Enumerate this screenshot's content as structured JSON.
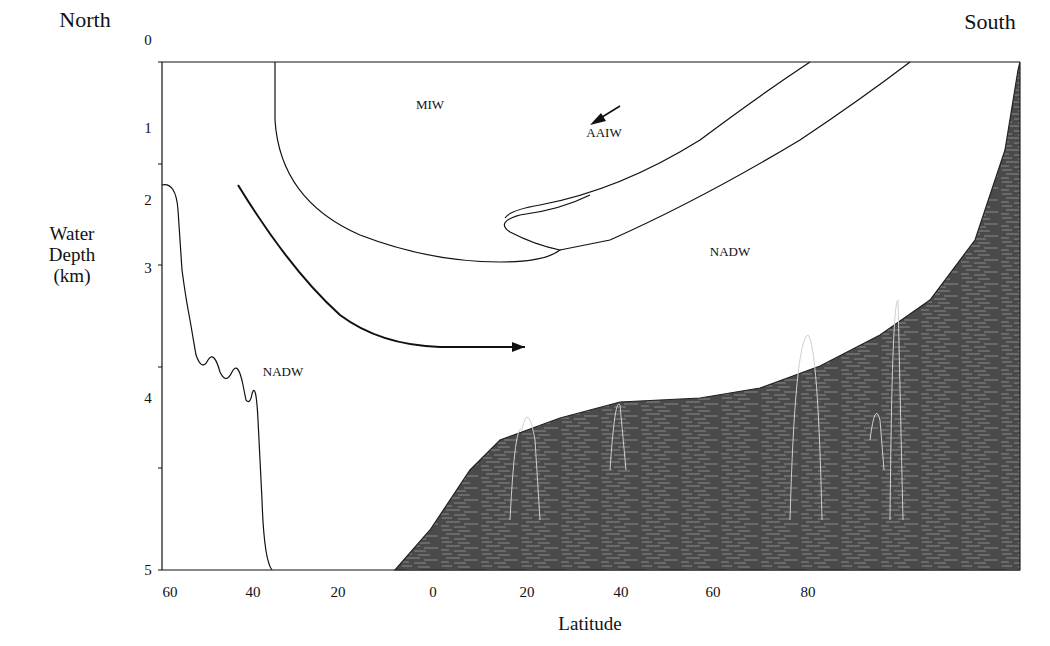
{
  "diagram": {
    "labels": [
      "North",
      "South",
      "0",
      "1",
      "2",
      "3",
      "4",
      "5",
      "Water Depth (km)",
      "60",
      "40",
      "20",
      "0",
      "20",
      "40",
      "60",
      "80",
      "Latitude",
      "MIW",
      "AAIW",
      "NADW",
      "NADW"
    ]
  }
}
